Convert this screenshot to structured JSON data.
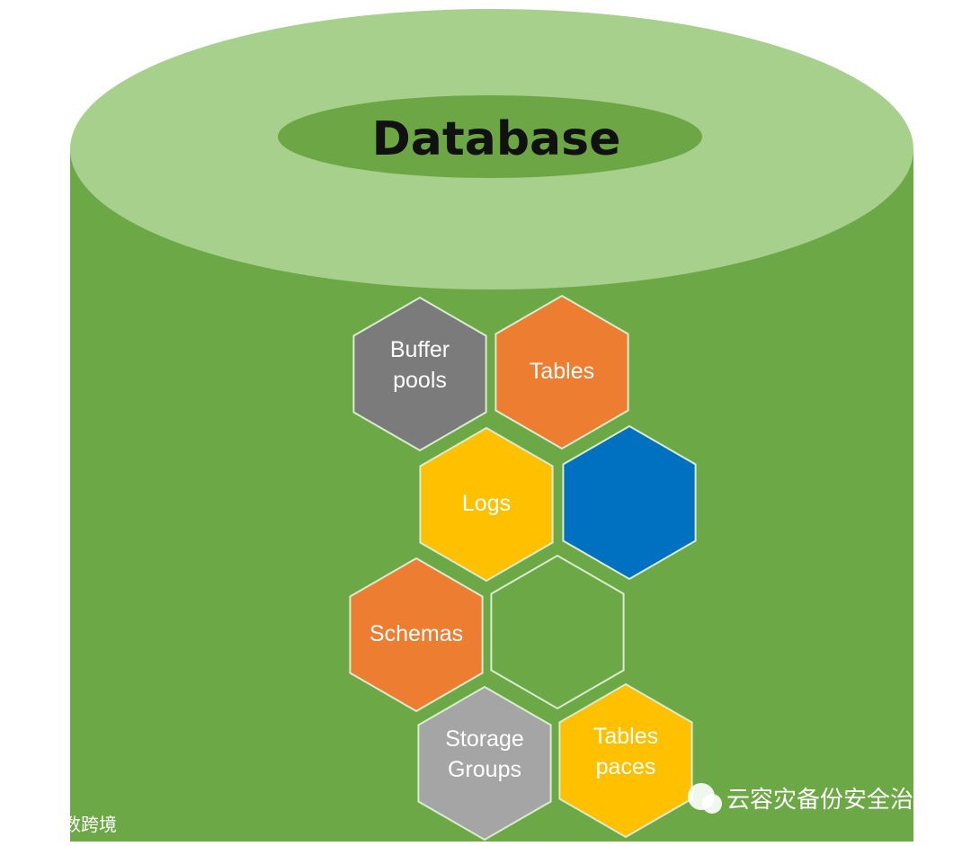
{
  "diagram": {
    "title": "Database",
    "colors": {
      "cylinder_body": "#6ca845",
      "cylinder_top_outer": "#a6d08c",
      "cylinder_top_inner": "#6da745",
      "hex_stroke": "#d8ecd0"
    },
    "hexagons": [
      {
        "id": "buffer-pools",
        "lines": [
          "Buffer",
          "pools"
        ],
        "color": "#7b7b7b"
      },
      {
        "id": "tables",
        "lines": [
          "Tables"
        ],
        "color": "#ed7d31"
      },
      {
        "id": "logs",
        "lines": [
          "Logs"
        ],
        "color": "#ffc000"
      },
      {
        "id": "blue-blank",
        "lines": [],
        "color": "#0070c0"
      },
      {
        "id": "schemas",
        "lines": [
          "Schemas"
        ],
        "color": "#ed7d31"
      },
      {
        "id": "green-blank",
        "lines": [],
        "color": "#6ca845"
      },
      {
        "id": "storage-groups",
        "lines": [
          "Storage",
          "Groups"
        ],
        "color": "#a5a5a5"
      },
      {
        "id": "tablespaces",
        "lines": [
          "Tables",
          "paces"
        ],
        "color": "#ffc000"
      }
    ]
  },
  "watermarks": {
    "bottom_left": "大数跨境",
    "bottom_right": "云容灾备份安全治理"
  }
}
